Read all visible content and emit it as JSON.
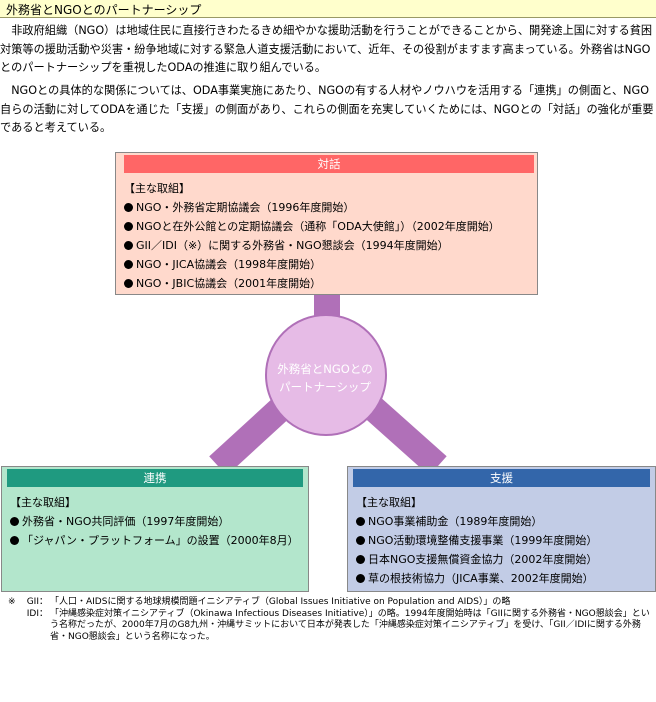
{
  "header": {
    "title": "外務省とNGOとのパートナーシップ"
  },
  "intro": {
    "paragraph1": "非政府組織（NGO）は地域住民に直接行きわたるきめ細やかな援助活動を行うことができることから、開発途上国に対する貧困対策等の援助活動や災害・紛争地域に対する緊急人道支援活動において、近年、その役割がますます高まっている。外務省はNGOとのパートナーシップを重視したODAの推進に取り組んでいる。",
    "paragraph2": "NGOとの具体的な関係については、ODA事業実施にあたり、NGOの有する人材やノウハウを活用する「連携」の側面と、NGO自らの活動に対してODAを通じた「支援」の側面があり、これらの側面を充実していくためには、NGOとの「対話」の強化が重要であると考えている。"
  },
  "diagram": {
    "center": {
      "line1": "外務省とNGOとの",
      "line2": "パートナーシップ"
    },
    "dialogue": {
      "title": "対話",
      "heading": "【主な取組】",
      "items": [
        "NGO・外務省定期協議会（1996年度開始）",
        "NGOと在外公館との定期協議会（通称「ODA大使館」）（2002年度開始）",
        "GII／IDI（※）に関する外務省・NGO懇談会（1994年度開始）",
        "NGO・JICA協議会（1998年度開始）",
        "NGO・JBIC協議会（2001年度開始）"
      ]
    },
    "cooperation": {
      "title": "連携",
      "heading": "【主な取組】",
      "items": [
        "外務省・NGO共同評価（1997年度開始）",
        "「ジャパン・プラットフォーム」の設置（2000年8月）"
      ]
    },
    "support": {
      "title": "支援",
      "heading": "【主な取組】",
      "items": [
        "NGO事業補助金（1989年度開始）",
        "NGO活動環境整備支援事業（1999年度開始）",
        "日本NGO支援無償資金協力（2002年度開始）",
        "草の根技術協力（JICA事業、2002年度開始）"
      ]
    }
  },
  "notes": {
    "mark": "※",
    "gii_key": "GII：",
    "gii_text": "「人口・AIDSに関する地球規模問題イニシアティブ（Global Issues Initiative on Population and AIDS）」の略",
    "idi_key": "IDI：",
    "idi_text": "「沖縄感染症対策イニシアティブ（Okinawa Infectious Diseases Initiative）」の略。1994年度開始時は「GIIに関する外務省・NGO懇談会」という名称だったが、2000年7月のG8九州・沖縄サミットにおいて日本が発表した「沖縄感染症対策イニシアティブ」を受け、「GII／IDIに関する外務省・NGO懇談会」という名称になった。"
  },
  "colors": {
    "dialogue_head": "#ff6666",
    "dialogue_body": "#ffd9cc",
    "cooperation_head": "#1f9a80",
    "cooperation_body": "#b3e6cc",
    "support_head": "#3366aa",
    "support_body": "#c2cce6",
    "connector": "#b070b8",
    "center_fill": "#e6bbe6"
  }
}
